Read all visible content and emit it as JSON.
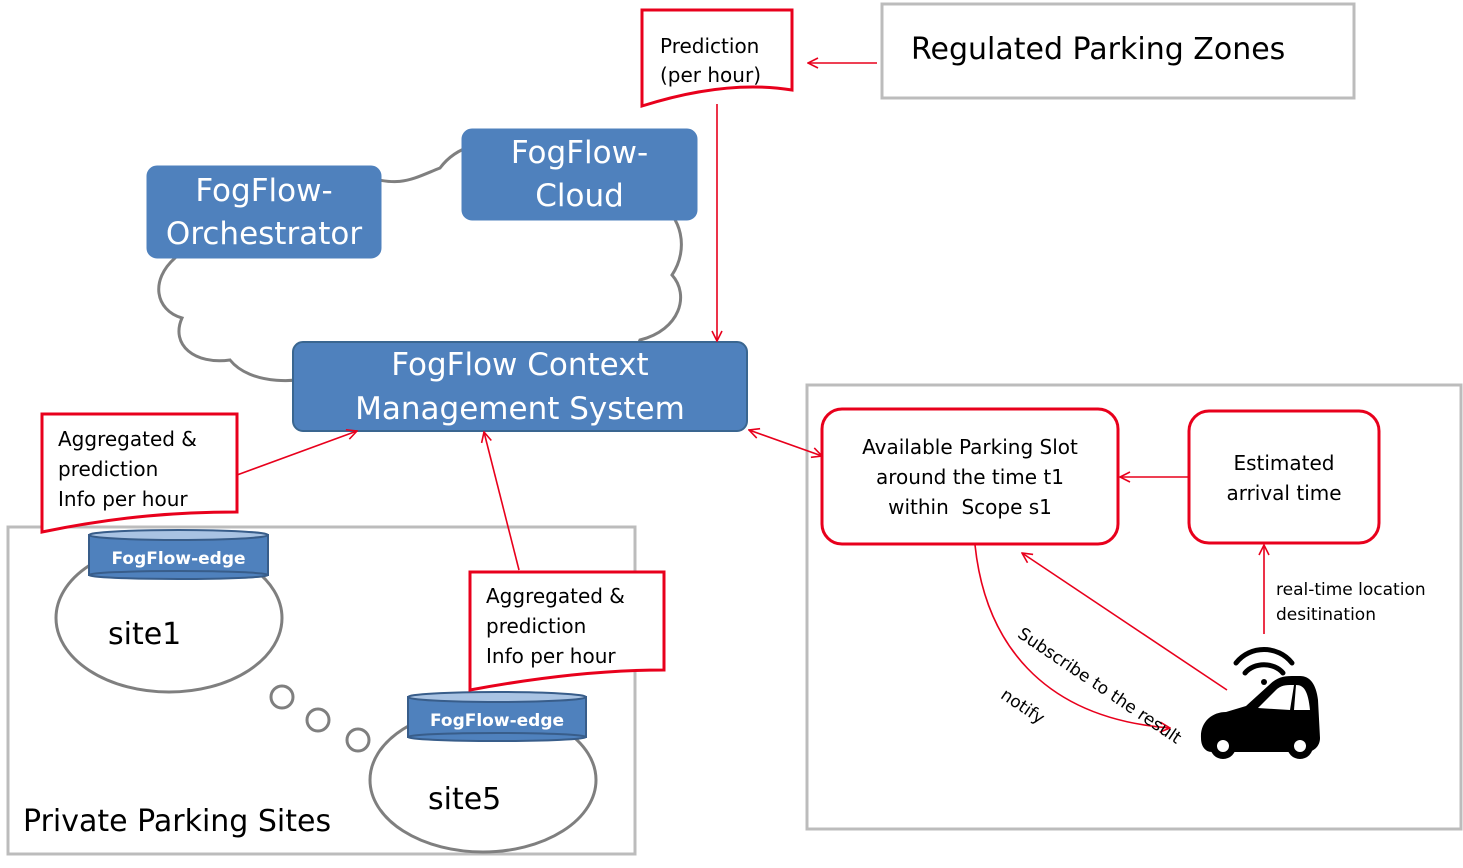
{
  "colors": {
    "arrow_red": "#e8001c",
    "node_blue": "#4f81bd",
    "node_border": "#3a6690",
    "edge_dark": "#385d8a",
    "edge_light": "#a9c3e3",
    "outline_gray": "#bcbcbc",
    "cloud_gray": "#7f7f7f"
  },
  "nodes": {
    "orchestrator": {
      "lines": [
        "FogFlow-",
        "Orchestrator"
      ]
    },
    "cloud": {
      "lines": [
        "FogFlow-",
        "Cloud"
      ]
    },
    "context_mgmt": {
      "lines": [
        "FogFlow Context",
        "Management System"
      ]
    },
    "regulated_zones": {
      "text": "Regulated Parking Zones"
    },
    "prediction_doc": {
      "lines": [
        "Prediction",
        "(per hour)"
      ]
    },
    "agg_left": {
      "lines": [
        "Aggregated &",
        "prediction",
        "Info per hour"
      ]
    },
    "agg_right": {
      "lines": [
        "Aggregated &",
        "prediction",
        "Info per hour"
      ]
    },
    "edge1": {
      "text": "FogFlow-edge"
    },
    "edge5": {
      "text": "FogFlow-edge"
    },
    "site1": {
      "text": "site1"
    },
    "site5": {
      "text": "site5"
    },
    "private_sites": {
      "text": "Private Parking Sites"
    },
    "parking_slot": {
      "lines": [
        "Available Parking Slot",
        "around the time t1",
        "within  Scope s1"
      ]
    },
    "arrival_time": {
      "lines": [
        "Estimated",
        "arrival time"
      ]
    }
  },
  "edges": {
    "subscribe": "Subscribe to the result",
    "notify": "notify",
    "location": [
      "real-time location",
      "desitination"
    ]
  },
  "icons": {
    "car": "connected-car-icon",
    "wifi": "wifi-signal-icon"
  }
}
